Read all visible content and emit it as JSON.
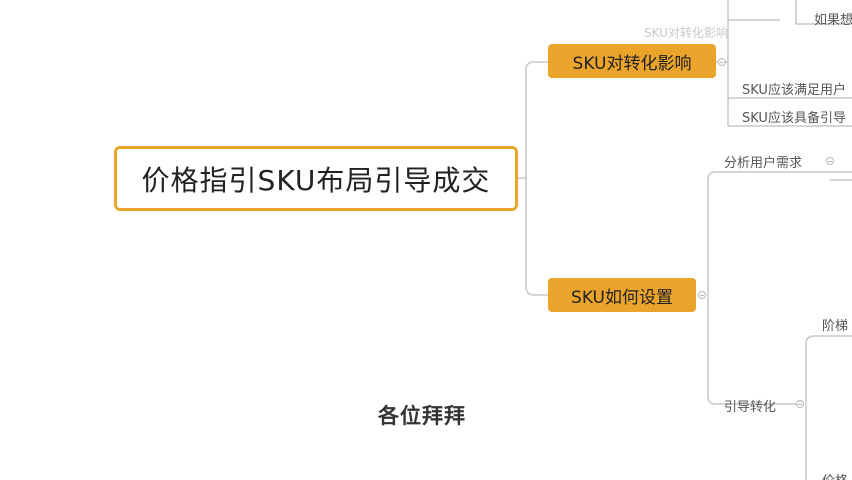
{
  "mindmap": {
    "root": "价格指引SKU布局引导成交",
    "branch_conversion": "SKU对转化影响",
    "branch_setup": "SKU如何设置",
    "leaf_top": "如果想",
    "leaf_meet_users": "SKU应该满足用户",
    "leaf_possess": "SKU应该具备引导",
    "faded_text": "SKU对转化影响 SKU如何设置",
    "sub_analyze": "分析用户需求",
    "sub_guide": "引导转化",
    "sub_ladder": "阶梯",
    "sub_price": "价格"
  },
  "subtitle": "各位拜拜"
}
